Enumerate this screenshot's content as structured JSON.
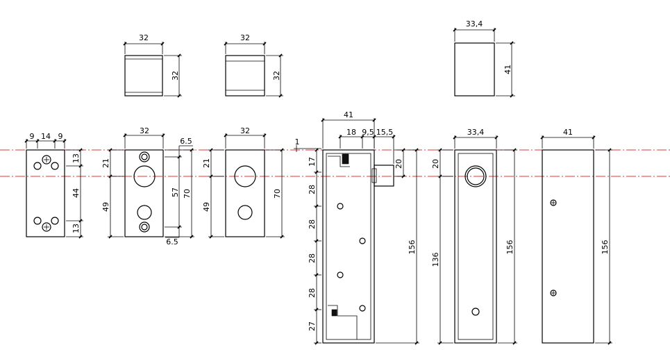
{
  "dimensions": {
    "top_cap_1_width": "32",
    "top_cap_1_height": "32",
    "top_cap_2_width": "32",
    "top_cap_2_height": "32",
    "top_cap_3_width": "33,4",
    "top_cap_3_height": "41",
    "plate_a_seg1": "9",
    "plate_a_seg2": "14",
    "plate_a_seg3": "9",
    "plate_a_v1": "13",
    "plate_a_v2": "44",
    "plate_a_v3": "13",
    "plate_b_width": "32",
    "plate_b_left_v1": "21",
    "plate_b_left_v2": "49",
    "plate_b_offset_top": "6.5",
    "plate_b_offset_bottom": "6.5",
    "plate_b_v_inner": "57",
    "plate_b_v_total": "70",
    "plate_c_width": "32",
    "plate_c_left_v1": "21",
    "plate_c_left_v2": "49",
    "plate_c_v_total": "70",
    "side_total_width": "41",
    "side_w1": "18",
    "side_w2": "9,5",
    "side_w3": "15,5",
    "side_gap": "1",
    "side_bolt_height": "20",
    "side_v1": "17",
    "side_v2": "28",
    "side_v3": "28",
    "side_v4": "28",
    "side_v5": "28",
    "side_v6": "27",
    "side_total_height": "156",
    "front_width": "33,4",
    "front_top": "20",
    "front_lower": "136",
    "front_total": "156",
    "back_width": "41",
    "back_total": "156"
  }
}
